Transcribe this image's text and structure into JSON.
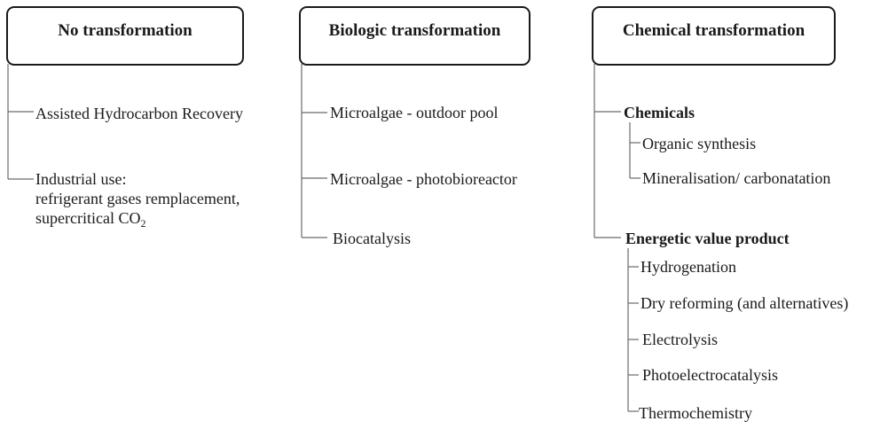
{
  "columns": [
    {
      "header": "No transformation",
      "items": [
        {
          "label": "Assisted Hydrocarbon Recovery"
        },
        {
          "lines": [
            "Industrial use:",
            "refrigerant gases remplacement,"
          ],
          "last_prefix": "supercritical CO",
          "last_sub": "2"
        }
      ]
    },
    {
      "header": "Biologic transformation",
      "items": [
        {
          "label": "Microalgae - outdoor pool"
        },
        {
          "label": "Microalgae - photobioreactor"
        },
        {
          "label": "Biocatalysis"
        }
      ]
    },
    {
      "header": "Chemical  transformation",
      "groups": [
        {
          "label": "Chemicals",
          "items": [
            "Organic synthesis",
            "Mineralisation/ carbonatation"
          ]
        },
        {
          "label": "Energetic value product",
          "items": [
            "Hydrogenation",
            "Dry reforming (and alternatives)",
            "Electrolysis",
            "Photoelectrocatalysis",
            "Thermochemistry"
          ]
        }
      ]
    }
  ]
}
